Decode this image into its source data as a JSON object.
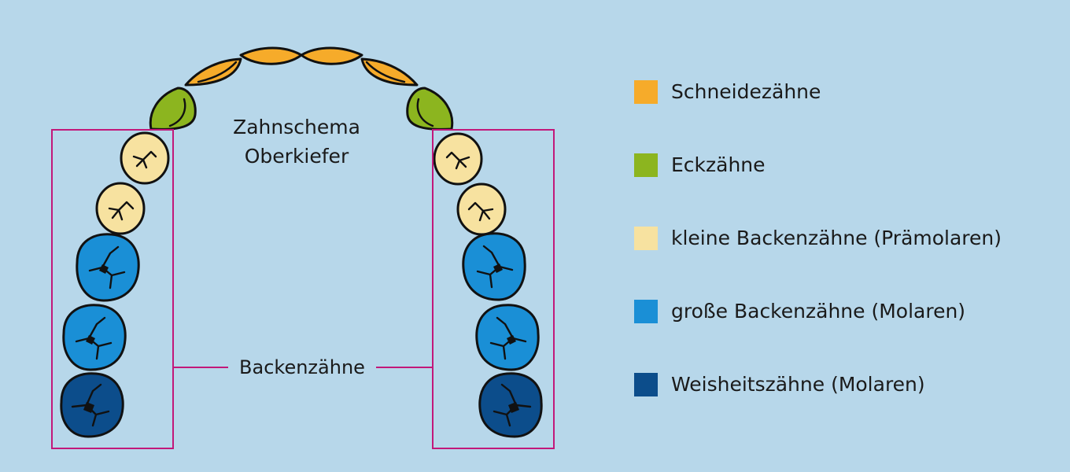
{
  "diagram": {
    "title_line1": "Zahnschema",
    "title_line2": "Oberkiefer",
    "molar_region_label": "Backenzähne"
  },
  "legend": {
    "items": [
      {
        "label": "Schneidezähne",
        "color": "#f6ab2a"
      },
      {
        "label": "Eckzähne",
        "color": "#8cb51f"
      },
      {
        "label": "kleine Backenzähne (Prämolaren)",
        "color": "#f7e2a0"
      },
      {
        "label": "große Backenzähne (Molaren)",
        "color": "#1a8fd6"
      },
      {
        "label": "Weisheitszähne (Molaren)",
        "color": "#0c4d8b"
      }
    ]
  },
  "colors": {
    "background": "#b7d7ea",
    "incisor": "#f6ab2a",
    "canine": "#8cb51f",
    "premolar": "#f7e2a0",
    "molar": "#1a8fd6",
    "wisdom": "#0c4d8b",
    "bracket": "#c2187a"
  }
}
